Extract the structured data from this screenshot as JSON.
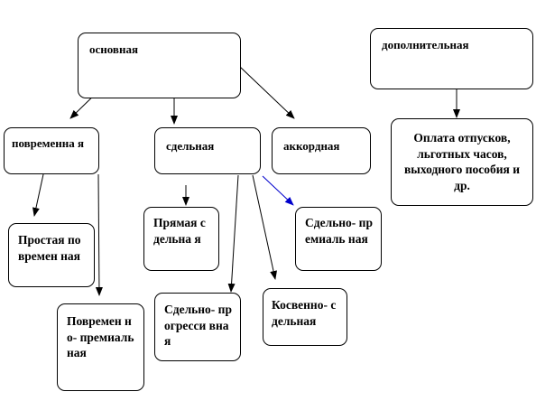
{
  "nodes": {
    "osnovnaya": "основная",
    "dopolnitelnaya": "дополнительная",
    "povremennaya": "повременна я",
    "sdelnaya": "сдельная",
    "akkordnaya": "аккордная",
    "oplata": "Оплата отпусков, льготных часов, выходного пособия и др.",
    "prostaya": "Простая повремен ная",
    "povremenno_premialnaya": "Повремен но- премиаль ная",
    "pryamaya": "Прямая сдельна я",
    "sdelno_premialnaya": "Сдельно- премиаль ная",
    "sdelno_progressivnaya": "Сдельно- прогресси вная",
    "kosvenno_sdelnaya": "Косвенно- сдельная"
  },
  "colors": {
    "line": "#000000",
    "highlight_arrow": "#0000cc"
  }
}
